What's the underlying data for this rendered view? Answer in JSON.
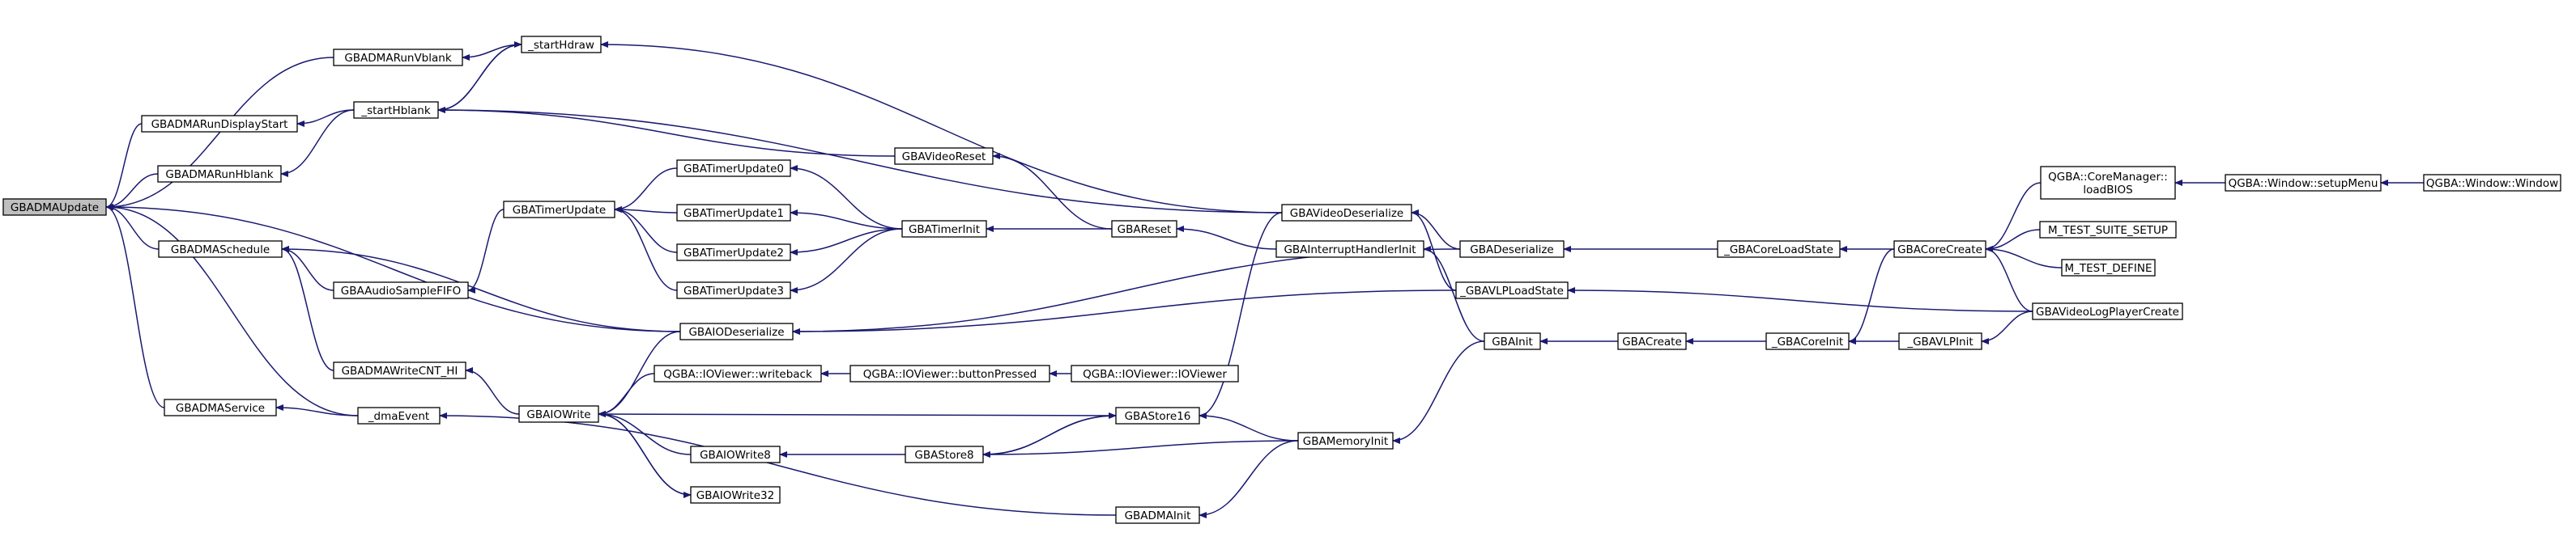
{
  "diagram": {
    "type": "call-graph",
    "colors": {
      "edge": "#191970",
      "node_fill": "#ffffff",
      "root_fill": "#bfbfbf",
      "node_border": "#000000"
    },
    "nodes": [
      {
        "id": "GBADMAUpdate",
        "label": "GBADMAUpdate",
        "root": true
      },
      {
        "id": "GBADMARunVblank",
        "label": "GBADMARunVblank"
      },
      {
        "id": "GBADMARunDisplayStart",
        "label": "GBADMARunDisplayStart"
      },
      {
        "id": "GBADMARunHblank",
        "label": "GBADMARunHblank"
      },
      {
        "id": "GBADMASchedule",
        "label": "GBADMASchedule"
      },
      {
        "id": "GBADMAWriteCNT_HI",
        "label": "GBADMAWriteCNT_HI"
      },
      {
        "id": "GBADMAService",
        "label": "GBADMAService"
      },
      {
        "id": "_dmaEvent",
        "label": "_dmaEvent"
      },
      {
        "id": "_startHdraw",
        "label": "_startHdraw"
      },
      {
        "id": "_startHblank",
        "label": "_startHblank"
      },
      {
        "id": "GBAAudioSampleFIFO",
        "label": "GBAAudioSampleFIFO"
      },
      {
        "id": "GBATimerUpdate",
        "label": "GBATimerUpdate"
      },
      {
        "id": "GBAIOWrite",
        "label": "GBAIOWrite"
      },
      {
        "id": "GBATimerUpdate0",
        "label": "GBATimerUpdate0"
      },
      {
        "id": "GBATimerUpdate1",
        "label": "GBATimerUpdate1"
      },
      {
        "id": "GBATimerUpdate2",
        "label": "GBATimerUpdate2"
      },
      {
        "id": "GBATimerUpdate3",
        "label": "GBATimerUpdate3"
      },
      {
        "id": "GBAIODeserialize",
        "label": "GBAIODeserialize"
      },
      {
        "id": "QGBA_IOViewer_writeback",
        "label": "QGBA::IOViewer::writeback"
      },
      {
        "id": "GBAIOWrite8",
        "label": "GBAIOWrite8"
      },
      {
        "id": "GBAIOWrite32",
        "label": "GBAIOWrite32"
      },
      {
        "id": "GBAVideoReset",
        "label": "GBAVideoReset"
      },
      {
        "id": "GBATimerInit",
        "label": "GBATimerInit"
      },
      {
        "id": "QGBA_IOViewer_buttonPressed",
        "label": "QGBA::IOViewer::buttonPressed"
      },
      {
        "id": "GBAStore8",
        "label": "GBAStore8"
      },
      {
        "id": "QGBA_IOViewer_IOViewer",
        "label": "QGBA::IOViewer::IOViewer"
      },
      {
        "id": "GBAReset",
        "label": "GBAReset"
      },
      {
        "id": "GBAStore16",
        "label": "GBAStore16"
      },
      {
        "id": "GBADMAInit",
        "label": "GBADMAInit"
      },
      {
        "id": "GBAVideoDeserialize",
        "label": "GBAVideoDeserialize"
      },
      {
        "id": "GBAInterruptHandlerInit",
        "label": "GBAInterruptHandlerInit"
      },
      {
        "id": "GBAMemoryInit",
        "label": "GBAMemoryInit"
      },
      {
        "id": "GBADeserialize",
        "label": "GBADeserialize"
      },
      {
        "id": "_GBAVLPLoadState",
        "label": "_GBAVLPLoadState"
      },
      {
        "id": "GBAInit",
        "label": "GBAInit"
      },
      {
        "id": "GBACreate",
        "label": "GBACreate"
      },
      {
        "id": "_GBACoreLoadState",
        "label": "_GBACoreLoadState"
      },
      {
        "id": "_GBACoreInit",
        "label": "_GBACoreInit"
      },
      {
        "id": "GBACoreCreate",
        "label": "GBACoreCreate"
      },
      {
        "id": "_GBAVLPInit",
        "label": "_GBAVLPInit"
      },
      {
        "id": "QGBA_CoreManager_loadBIOS",
        "label": "QGBA::CoreManager::\nloadBIOS"
      },
      {
        "id": "M_TEST_SUITE_SETUP",
        "label": "M_TEST_SUITE_SETUP"
      },
      {
        "id": "M_TEST_DEFINE",
        "label": "M_TEST_DEFINE"
      },
      {
        "id": "GBAVideoLogPlayerCreate",
        "label": "GBAVideoLogPlayerCreate"
      },
      {
        "id": "QGBA_Window_setupMenu",
        "label": "QGBA::Window::setupMenu"
      },
      {
        "id": "QGBA_Window_Window",
        "label": "QGBA::Window::Window"
      }
    ],
    "edges": [
      [
        "GBADMARunVblank",
        "GBADMAUpdate"
      ],
      [
        "GBADMARunDisplayStart",
        "GBADMAUpdate"
      ],
      [
        "GBADMARunHblank",
        "GBADMAUpdate"
      ],
      [
        "GBAIODeserialize",
        "GBADMAUpdate"
      ],
      [
        "GBADMASchedule",
        "GBADMAUpdate"
      ],
      [
        "GBADMAService",
        "GBADMAUpdate"
      ],
      [
        "_dmaEvent",
        "GBADMAUpdate"
      ],
      [
        "_startHdraw",
        "GBADMARunVblank"
      ],
      [
        "_startHblank",
        "GBADMARunDisplayStart"
      ],
      [
        "_startHblank",
        "GBADMARunHblank"
      ],
      [
        "_startHblank",
        "_startHdraw"
      ],
      [
        "_startHdraw",
        "_startHblank"
      ],
      [
        "GBAVideoDeserialize",
        "_startHdraw"
      ],
      [
        "GBAVideoDeserialize",
        "_startHblank"
      ],
      [
        "GBAVideoReset",
        "_startHblank"
      ],
      [
        "GBAAudioSampleFIFO",
        "GBADMASchedule"
      ],
      [
        "GBAIODeserialize",
        "GBADMASchedule"
      ],
      [
        "GBADMAWriteCNT_HI",
        "GBADMASchedule"
      ],
      [
        "GBAIOWrite",
        "GBADMAWriteCNT_HI"
      ],
      [
        "_dmaEvent",
        "GBADMAService"
      ],
      [
        "GBADMAInit",
        "_dmaEvent"
      ],
      [
        "GBATimerUpdate",
        "GBAAudioSampleFIFO"
      ],
      [
        "GBATimerUpdate0",
        "GBATimerUpdate"
      ],
      [
        "GBATimerUpdate1",
        "GBATimerUpdate"
      ],
      [
        "GBATimerUpdate2",
        "GBATimerUpdate"
      ],
      [
        "GBATimerUpdate3",
        "GBATimerUpdate"
      ],
      [
        "GBATimerInit",
        "GBATimerUpdate0"
      ],
      [
        "GBATimerInit",
        "GBATimerUpdate1"
      ],
      [
        "GBATimerInit",
        "GBATimerUpdate2"
      ],
      [
        "GBATimerInit",
        "GBATimerUpdate3"
      ],
      [
        "GBAReset",
        "GBATimerInit"
      ],
      [
        "GBAReset",
        "GBAVideoReset"
      ],
      [
        "GBAInterruptHandlerInit",
        "GBAReset"
      ],
      [
        "GBADeserialize",
        "GBAIODeserialize"
      ],
      [
        "_GBAVLPLoadState",
        "GBAIODeserialize"
      ],
      [
        "GBAIODeserialize",
        "GBAIOWrite"
      ],
      [
        "QGBA_IOViewer_writeback",
        "GBAIOWrite"
      ],
      [
        "GBAIOWrite8",
        "GBAIOWrite"
      ],
      [
        "GBAIOWrite32",
        "GBAIOWrite"
      ],
      [
        "GBAStore16",
        "GBAIOWrite"
      ],
      [
        "GBAIOWrite",
        "GBAIOWrite32"
      ],
      [
        "QGBA_IOViewer_buttonPressed",
        "QGBA_IOViewer_writeback"
      ],
      [
        "QGBA_IOViewer_IOViewer",
        "QGBA_IOViewer_buttonPressed"
      ],
      [
        "GBAStore8",
        "GBAIOWrite8"
      ],
      [
        "GBAStore16",
        "GBAStore8"
      ],
      [
        "GBAStore8",
        "GBAStore16"
      ],
      [
        "GBAMemoryInit",
        "GBAStore16"
      ],
      [
        "GBAMemoryInit",
        "GBAStore8"
      ],
      [
        "GBAVideoDeserialize",
        "GBAStore16"
      ],
      [
        "GBAMemoryInit",
        "GBADMAInit"
      ],
      [
        "GBADeserialize",
        "GBAVideoDeserialize"
      ],
      [
        "_GBAVLPLoadState",
        "GBAVideoDeserialize"
      ],
      [
        "GBAInit",
        "GBAInterruptHandlerInit"
      ],
      [
        "GBAInit",
        "GBAMemoryInit"
      ],
      [
        "_GBACoreLoadState",
        "GBADeserialize"
      ],
      [
        "GBAVideoLogPlayerCreate",
        "_GBAVLPLoadState"
      ],
      [
        "GBACreate",
        "GBAInit"
      ],
      [
        "_GBACoreInit",
        "GBACreate"
      ],
      [
        "GBACoreCreate",
        "_GBACoreLoadState"
      ],
      [
        "GBACoreCreate",
        "_GBACoreInit"
      ],
      [
        "_GBAVLPInit",
        "_GBACoreInit"
      ],
      [
        "GBAVideoLogPlayerCreate",
        "_GBAVLPInit"
      ],
      [
        "QGBA_CoreManager_loadBIOS",
        "GBACoreCreate"
      ],
      [
        "M_TEST_SUITE_SETUP",
        "GBACoreCreate"
      ],
      [
        "M_TEST_DEFINE",
        "GBACoreCreate"
      ],
      [
        "GBAVideoLogPlayerCreate",
        "GBACoreCreate"
      ],
      [
        "QGBA_Window_setupMenu",
        "QGBA_CoreManager_loadBIOS"
      ],
      [
        "QGBA_Window_Window",
        "QGBA_Window_setupMenu"
      ]
    ]
  }
}
